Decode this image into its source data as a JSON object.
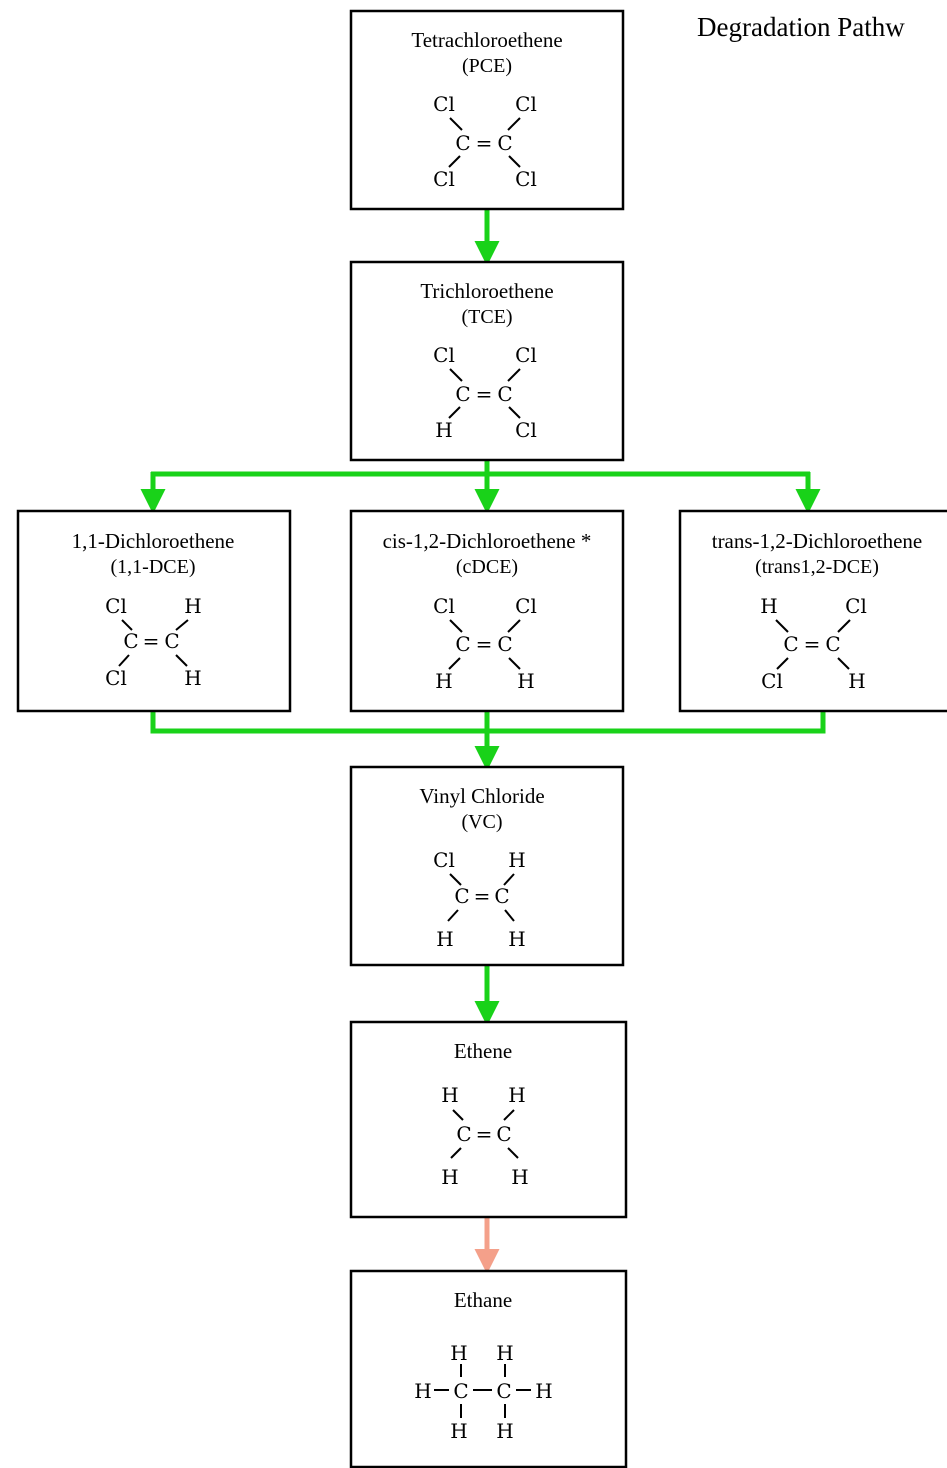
{
  "title": "Degradation Pathw",
  "colors": {
    "primary_arrow": "#19d219",
    "final_arrow": "#f4a08a"
  },
  "compounds": [
    {
      "name": "Tetrachloroethene",
      "abbr": "(PCE)",
      "atoms": [
        "Cl",
        "Cl",
        "Cl",
        "Cl"
      ]
    },
    {
      "name": "Trichloroethene",
      "abbr": "(TCE)",
      "atoms": [
        "Cl",
        "Cl",
        "H",
        "Cl"
      ]
    },
    {
      "name": "1,1-Dichloroethene",
      "abbr": "(1,1-DCE)",
      "atoms": [
        "Cl",
        "H",
        "Cl",
        "H"
      ]
    },
    {
      "name": "cis-1,2-Dichloroethene *",
      "abbr": "(cDCE)",
      "atoms": [
        "Cl",
        "Cl",
        "H",
        "H"
      ]
    },
    {
      "name": "trans-1,2-Dichloroethene",
      "abbr": "(trans1,2-DCE)",
      "atoms": [
        "H",
        "Cl",
        "Cl",
        "H"
      ]
    },
    {
      "name": "Vinyl Chloride",
      "abbr": "(VC)",
      "atoms": [
        "Cl",
        "H",
        "H",
        "H"
      ]
    },
    {
      "name": "Ethene",
      "abbr": "",
      "atoms": [
        "H",
        "H",
        "H",
        "H"
      ]
    },
    {
      "name": "Ethane",
      "abbr": "",
      "atoms": [
        "H",
        "H",
        "H",
        "H",
        "H",
        "H"
      ]
    }
  ],
  "carbon": "C",
  "double_bond": "="
}
